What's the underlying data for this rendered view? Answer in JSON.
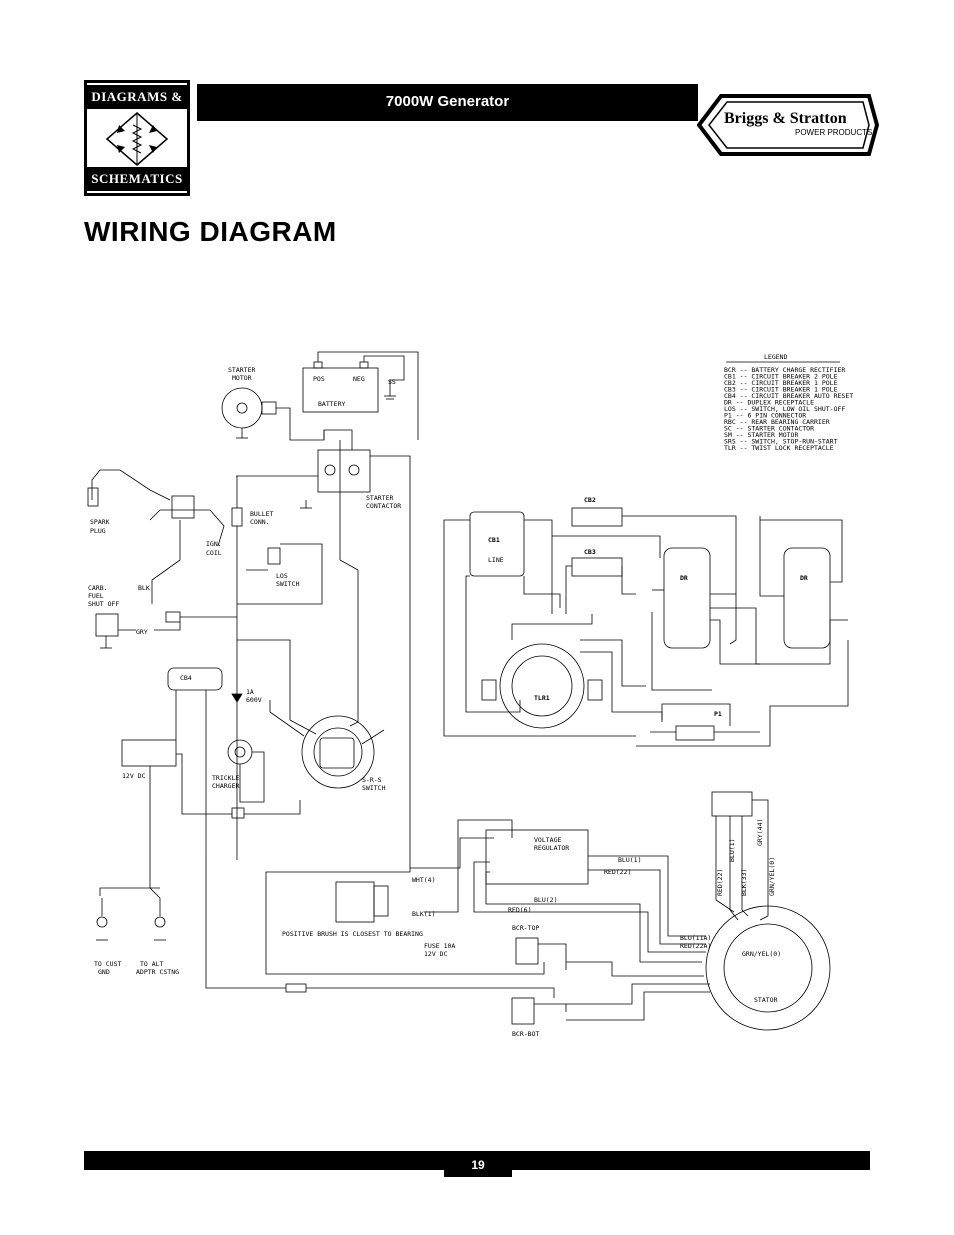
{
  "badge": {
    "top": "DIAGRAMS &",
    "bottom": "SCHEMATICS"
  },
  "header": {
    "title": "7000W Generator"
  },
  "brand": {
    "name": "Briggs & Stratton",
    "sub": "POWER PRODUCTS"
  },
  "page_title": "WIRING DIAGRAM",
  "legend": {
    "title": "LEGEND",
    "items": [
      "BCR -- BATTERY CHARGE RECTIFIER",
      "CB1 -- CIRCUIT BREAKER 2 POLE",
      "CB2 -- CIRCUIT BREAKER 1 POLE",
      "CB3 -- CIRCUIT BREAKER 1 POLE",
      "CB4 -- CIRCUIT BREAKER AUTO RESET",
      "DR -- DUPLEX RECEPTACLE",
      "LOS -- SWITCH, LOW OIL SHUT-OFF",
      "P1 -- 6 PIN CONNECTOR",
      "RBC -- REAR BEARING CARRIER",
      "SC -- STARTER CONTACTOR",
      "SM -- STARTER MOTOR",
      "SRS -- SWITCH, STOP-RUN-START",
      "TLR -- TWIST LOCK RECEPTACLE"
    ]
  },
  "labels": {
    "pos": "POS",
    "neg": "NEG",
    "battery": "BATTERY",
    "ss": "SS",
    "starter_motor": "STARTER",
    "starter_motor2": "MOTOR",
    "spark_plug": "SPARK",
    "spark_plug2": "PLUG",
    "ign": "IGN.",
    "ign2": "COIL",
    "bullet": "BULLET",
    "bullet2": "CONN.",
    "los": "LOS",
    "los2": "SWITCH",
    "starter_contactor": "STARTER",
    "starter_contactor2": "CONTACTOR",
    "carb": "CARB.",
    "carb2": "FUEL",
    "carb3": "SHUT OFF",
    "blk": "BLK",
    "gry": "GRY",
    "cb4": "CB4",
    "v12dc": "12V DC",
    "diode": "1A",
    "diode2": "600V",
    "trickle": "TRICKLE",
    "trickle2": "CHARGER",
    "srs": "S-R-S",
    "srs2": "SWITCH",
    "to_cust": "TO CUST",
    "to_cust2": "GND",
    "to_alt": "TO ALT",
    "to_alt2": "ADPTR CSTNG",
    "vreg": "VOLTAGE",
    "vreg2": "REGULATOR",
    "wht4": "WHT(4)",
    "blk1": "BLK(1)",
    "brush_note": "POSITIVE BRUSH IS CLOSEST TO BEARING",
    "fuse": "FUSE 10A",
    "fuse2": "12V DC",
    "bcr_top": "BCR-TOP",
    "bcr_bot": "BCR-BOT",
    "stator": "STATOR",
    "grn_yel": "GRN/YEL(0)",
    "blu1": "BLU(1)",
    "red22": "RED(22)",
    "blu2": "BLU(2)",
    "red6": "RED(6)",
    "blu11a": "BLU(11A)",
    "red22a": "RED(22A)",
    "cb1": "CB1",
    "line": "LINE",
    "cb2": "CB2",
    "cb3": "CB3",
    "tlr1": "TLR1",
    "dr": "DR",
    "p1": "P1",
    "red22v": "RED(22)",
    "blu1v": "BLU(1)",
    "blk33": "BLK(33)",
    "gry44": "GRY(44)",
    "grnyel0": "GRN/YEL(0)"
  },
  "footer": {
    "page_number": "19"
  }
}
